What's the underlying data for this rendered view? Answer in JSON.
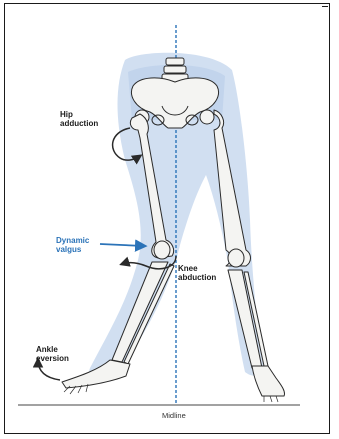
{
  "labels": {
    "hip": "Hip\nadduction",
    "valgus": "Dynamic\nvalgus",
    "knee": "Knee\nabduction",
    "ankle": "Ankle\neversion",
    "midline": "Midline"
  },
  "colors": {
    "accent": "#2b73b8",
    "skin": "#c9d9ef",
    "bone": "#f4f4f2",
    "outline": "#2a2a2a"
  }
}
